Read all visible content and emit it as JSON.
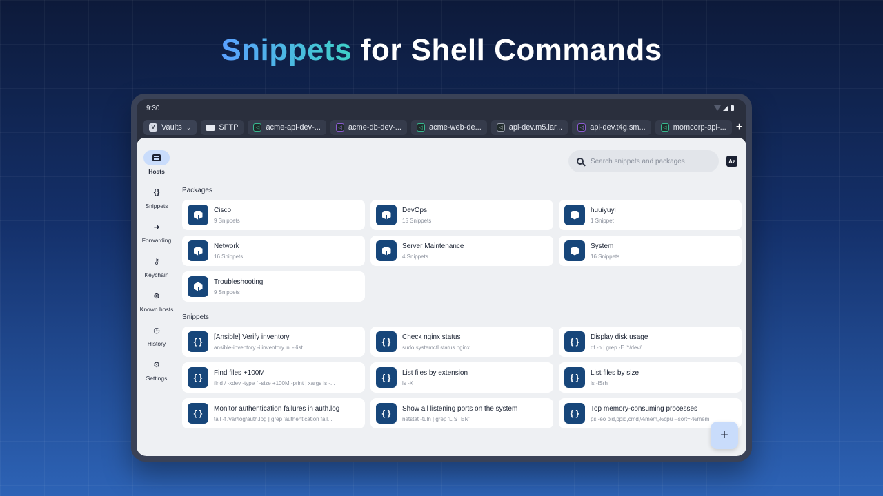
{
  "headline": {
    "accent": "Snippets",
    "rest": " for Shell Commands"
  },
  "status_bar": {
    "time": "9:30"
  },
  "tabs": {
    "vaults": "Vaults",
    "sftp": "SFTP",
    "hosts": [
      {
        "label": "acme-api-dev-...",
        "color": "green"
      },
      {
        "label": "acme-db-dev-...",
        "color": "purple"
      },
      {
        "label": "acme-web-de...",
        "color": "green"
      },
      {
        "label": "api-dev.m5.lar...",
        "color": "gray"
      },
      {
        "label": "api-dev.t4g.sm...",
        "color": "purple"
      },
      {
        "label": "momcorp-api-...",
        "color": "green"
      }
    ],
    "add": "+"
  },
  "sidebar": {
    "items": [
      {
        "label": "Hosts",
        "icon": "hosts-icon",
        "active": true
      },
      {
        "label": "Snippets",
        "icon": "{}",
        "active": false
      },
      {
        "label": "Forwarding",
        "icon": "➜",
        "active": false
      },
      {
        "label": "Keychain",
        "icon": "⚷",
        "active": false
      },
      {
        "label": "Known hosts",
        "icon": "⊚",
        "active": false
      },
      {
        "label": "History",
        "icon": "◷",
        "active": false
      },
      {
        "label": "Settings",
        "icon": "⚙",
        "active": false
      }
    ]
  },
  "search": {
    "placeholder": "Search snippets and packages",
    "sort_label": "Az"
  },
  "packages": {
    "title": "Packages",
    "items": [
      {
        "name": "Cisco",
        "count": "9 Snippets"
      },
      {
        "name": "DevOps",
        "count": "15 Snippets"
      },
      {
        "name": "huuiyuyi",
        "count": "1 Snippet"
      },
      {
        "name": "Network",
        "count": "16 Snippets"
      },
      {
        "name": "Server Maintenance",
        "count": "4 Snippets"
      },
      {
        "name": "System",
        "count": "16 Snippets"
      },
      {
        "name": "Troubleshooting",
        "count": "9 Snippets"
      }
    ]
  },
  "snippets": {
    "title": "Snippets",
    "items": [
      {
        "name": "[Ansible] Verify inventory",
        "command": "ansible-inventory -i inventory.ini --list"
      },
      {
        "name": "Check nginx status",
        "command": "sudo systemctl status nginx"
      },
      {
        "name": "Display disk usage",
        "command": "df -h | grep -E '^/dev/'"
      },
      {
        "name": "Find files +100M",
        "command": "find / -xdev -type f -size +100M -print | xargs ls -..."
      },
      {
        "name": "List files by extension",
        "command": "ls -X"
      },
      {
        "name": "List files by size",
        "command": "ls -lSrh"
      },
      {
        "name": "Monitor authentication failures in auth.log",
        "command": "tail -f /var/log/auth.log | grep 'authentication fail..."
      },
      {
        "name": "Show all listening ports on the system",
        "command": "netstat -tuln | grep 'LISTEN'"
      },
      {
        "name": "Top memory-consuming processes",
        "command": "ps -eo pid,ppid,cmd,%mem,%cpu --sort=-%mem"
      }
    ]
  },
  "fab": "+"
}
